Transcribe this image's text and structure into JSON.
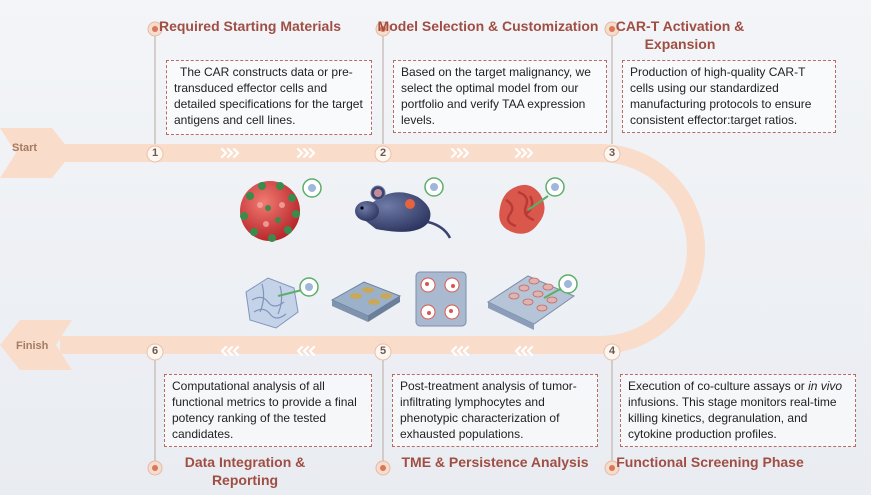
{
  "flow": {
    "start_label": "Start",
    "finish_label": "Finish"
  },
  "steps": [
    {
      "number": "1",
      "title": "Required Starting Materials",
      "description": "The CAR constructs data or pre-transduced effector cells and detailed specifications for the target antigens and cell lines."
    },
    {
      "number": "2",
      "title": "Model Selection & Customization",
      "description": "Based on the target malignancy, we select the optimal model from our portfolio and verify TAA expression levels."
    },
    {
      "number": "3",
      "title": "CAR-T Activation & Expansion",
      "description": "Production of high-quality CAR-T cells using our standardized manufacturing protocols to ensure consistent effector:target ratios."
    },
    {
      "number": "4",
      "title": "Functional Screening Phase",
      "description_before": "Execution of co-culture assays or ",
      "description_italic": "in vivo",
      "description_after": " infusions. This stage monitors real-time killing kinetics, degranulation, and cytokine production profiles."
    },
    {
      "number": "5",
      "title": "TME & Persistence Analysis",
      "description": "Post-treatment analysis of tumor-infiltrating lymphocytes and phenotypic characterization of exhausted populations."
    },
    {
      "number": "6",
      "title": "Data Integration & Reporting",
      "description": "Computational analysis of all functional metrics to provide a final potency ranking of the tested candidates."
    }
  ],
  "illustrations": [
    {
      "name": "tumor-spheroid-icon"
    },
    {
      "name": "mouse-model-icon"
    },
    {
      "name": "tissue-organoid-icon"
    },
    {
      "name": "scaffold-matrix-icon"
    },
    {
      "name": "microfluidic-chip-icon"
    },
    {
      "name": "well-plate-assay-icon"
    },
    {
      "name": "multi-well-plate-icon"
    }
  ],
  "colors": {
    "band": "#fadccb",
    "band_arrow": "#ffffff",
    "title": "#a04e44",
    "box_border": "#b86a63",
    "marker": "#ecc9b4",
    "marker_center": "#d97757"
  }
}
